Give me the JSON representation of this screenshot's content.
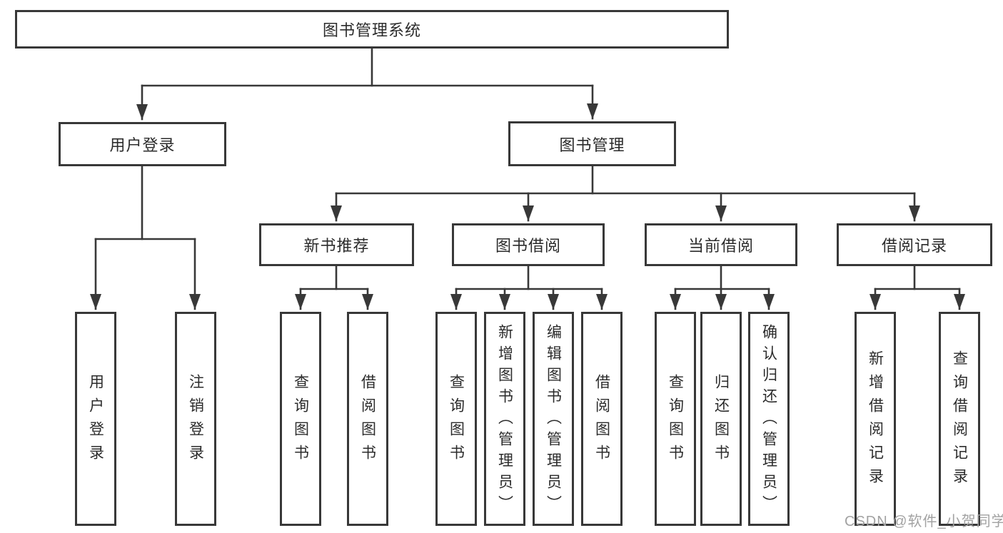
{
  "tree": {
    "label": "图书管理系统",
    "children": [
      {
        "label": "用户登录",
        "children": [
          {
            "label": "用户登录"
          },
          {
            "label": "注销登录"
          }
        ]
      },
      {
        "label": "图书管理",
        "children": [
          {
            "label": "新书推荐",
            "children": [
              {
                "label": "查询图书"
              },
              {
                "label": "借阅图书"
              }
            ]
          },
          {
            "label": "图书借阅",
            "children": [
              {
                "label": "查询图书"
              },
              {
                "label": "新增图书（管理员）"
              },
              {
                "label": "编辑图书（管理员）"
              },
              {
                "label": "借阅图书"
              }
            ]
          },
          {
            "label": "当前借阅",
            "children": [
              {
                "label": "查询图书"
              },
              {
                "label": "归还图书"
              },
              {
                "label": "确认归还（管理员）"
              }
            ]
          },
          {
            "label": "借阅记录",
            "children": [
              {
                "label": "新增借阅记录"
              },
              {
                "label": "查询借阅记录"
              }
            ]
          }
        ]
      }
    ]
  },
  "watermark": {
    "text": "CSDN @软件_小贺同学"
  },
  "colors": {
    "line": "#383838",
    "box_border": "#383838",
    "text": "#2b2b2b",
    "watermark": "#a2a2a2",
    "background": "#ffffff"
  }
}
